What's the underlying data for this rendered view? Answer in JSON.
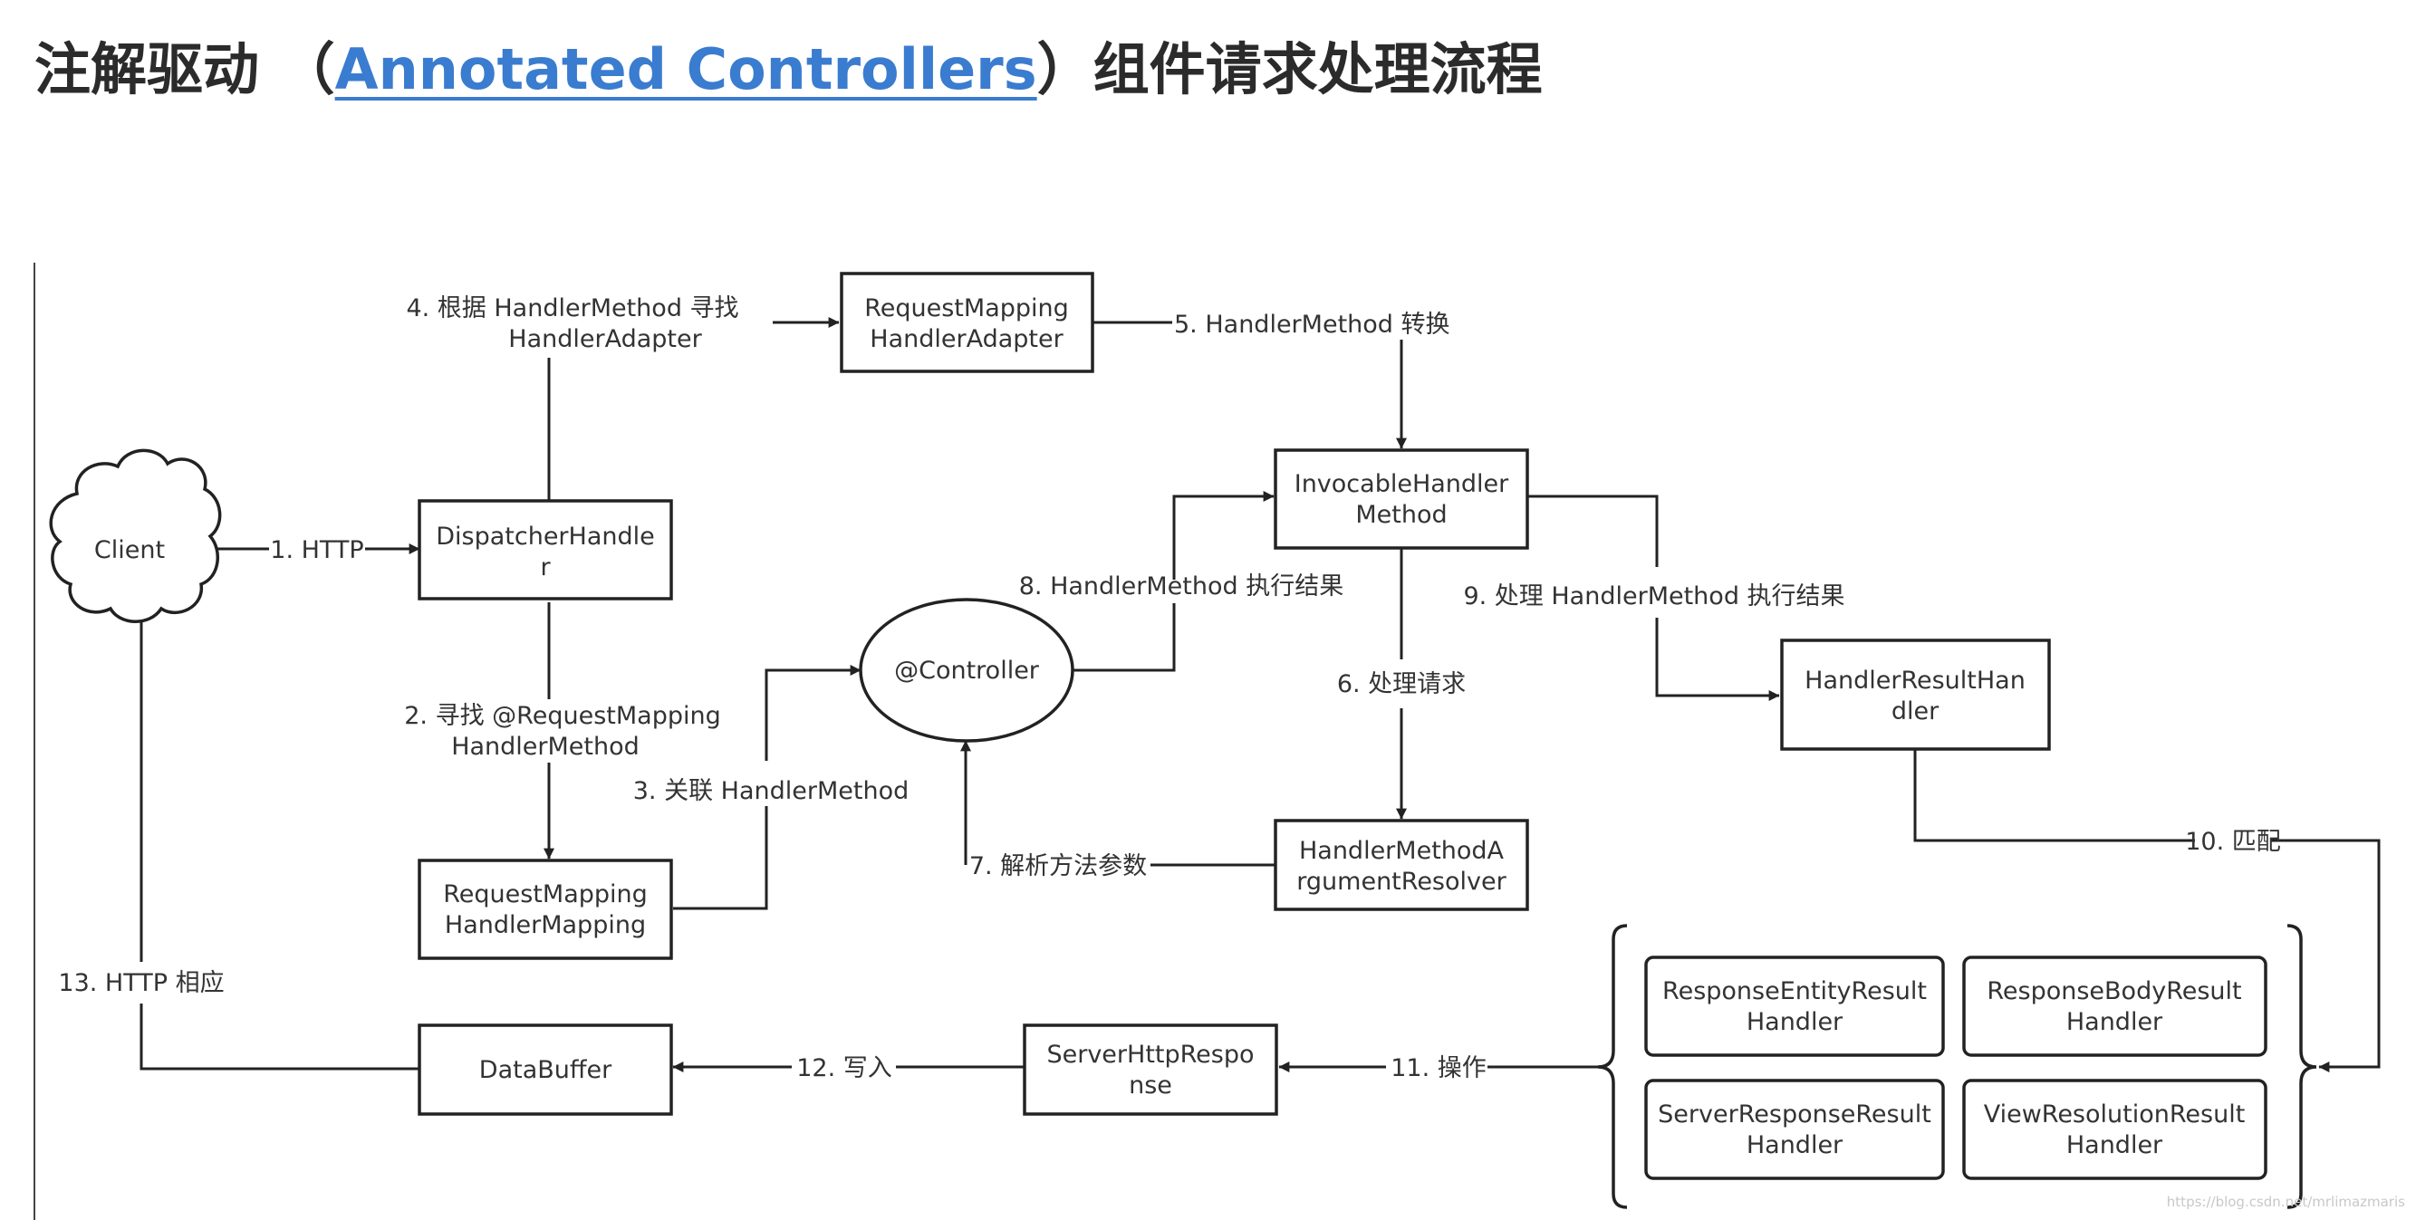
{
  "heading": {
    "prefix": "注解驱动 （",
    "link_text": "Annotated Controllers",
    "suffix": "）组件请求处理流程"
  },
  "nodes": {
    "client": "Client",
    "dispatcher": [
      "DispatcherHandle",
      "r"
    ],
    "rm_adapter": [
      "RequestMapping",
      "HandlerAdapter"
    ],
    "rm_mapping": [
      "RequestMapping",
      "HandlerMapping"
    ],
    "controller": "@Controller",
    "invocable": [
      "InvocableHandler",
      "Method"
    ],
    "arg_resolver": [
      "HandlerMethodA",
      "rgumentResolver"
    ],
    "result_handler": [
      "HandlerResultHan",
      "dler"
    ],
    "response_entity": [
      "ResponseEntityResult",
      "Handler"
    ],
    "response_body": [
      "ResponseBodyResult",
      "Handler"
    ],
    "server_response": [
      "ServerResponseResult",
      "Handler"
    ],
    "view_resolution": [
      "ViewResolutionResult",
      "Handler"
    ],
    "server_http_response": [
      "ServerHttpRespo",
      "nse"
    ],
    "data_buffer": "DataBuffer"
  },
  "edges": {
    "e1": "1. HTTP",
    "e2": [
      "2. 寻找 @RequestMapping",
      "HandlerMethod"
    ],
    "e3": "3. 关联 HandlerMethod",
    "e4": [
      "4. 根据 HandlerMethod 寻找",
      "HandlerAdapter"
    ],
    "e5": "5. HandlerMethod 转换",
    "e6": "6. 处理请求",
    "e7": "7. 解析方法参数",
    "e8": "8. HandlerMethod 执行结果",
    "e9": "9. 处理 HandlerMethod 执行结果",
    "e10": "10. 匹配",
    "e11": "11. 操作",
    "e12": "12. 写入",
    "e13": "13. HTTP 相应"
  },
  "watermark": "https://blog.csdn.net/mrlimazmaris"
}
